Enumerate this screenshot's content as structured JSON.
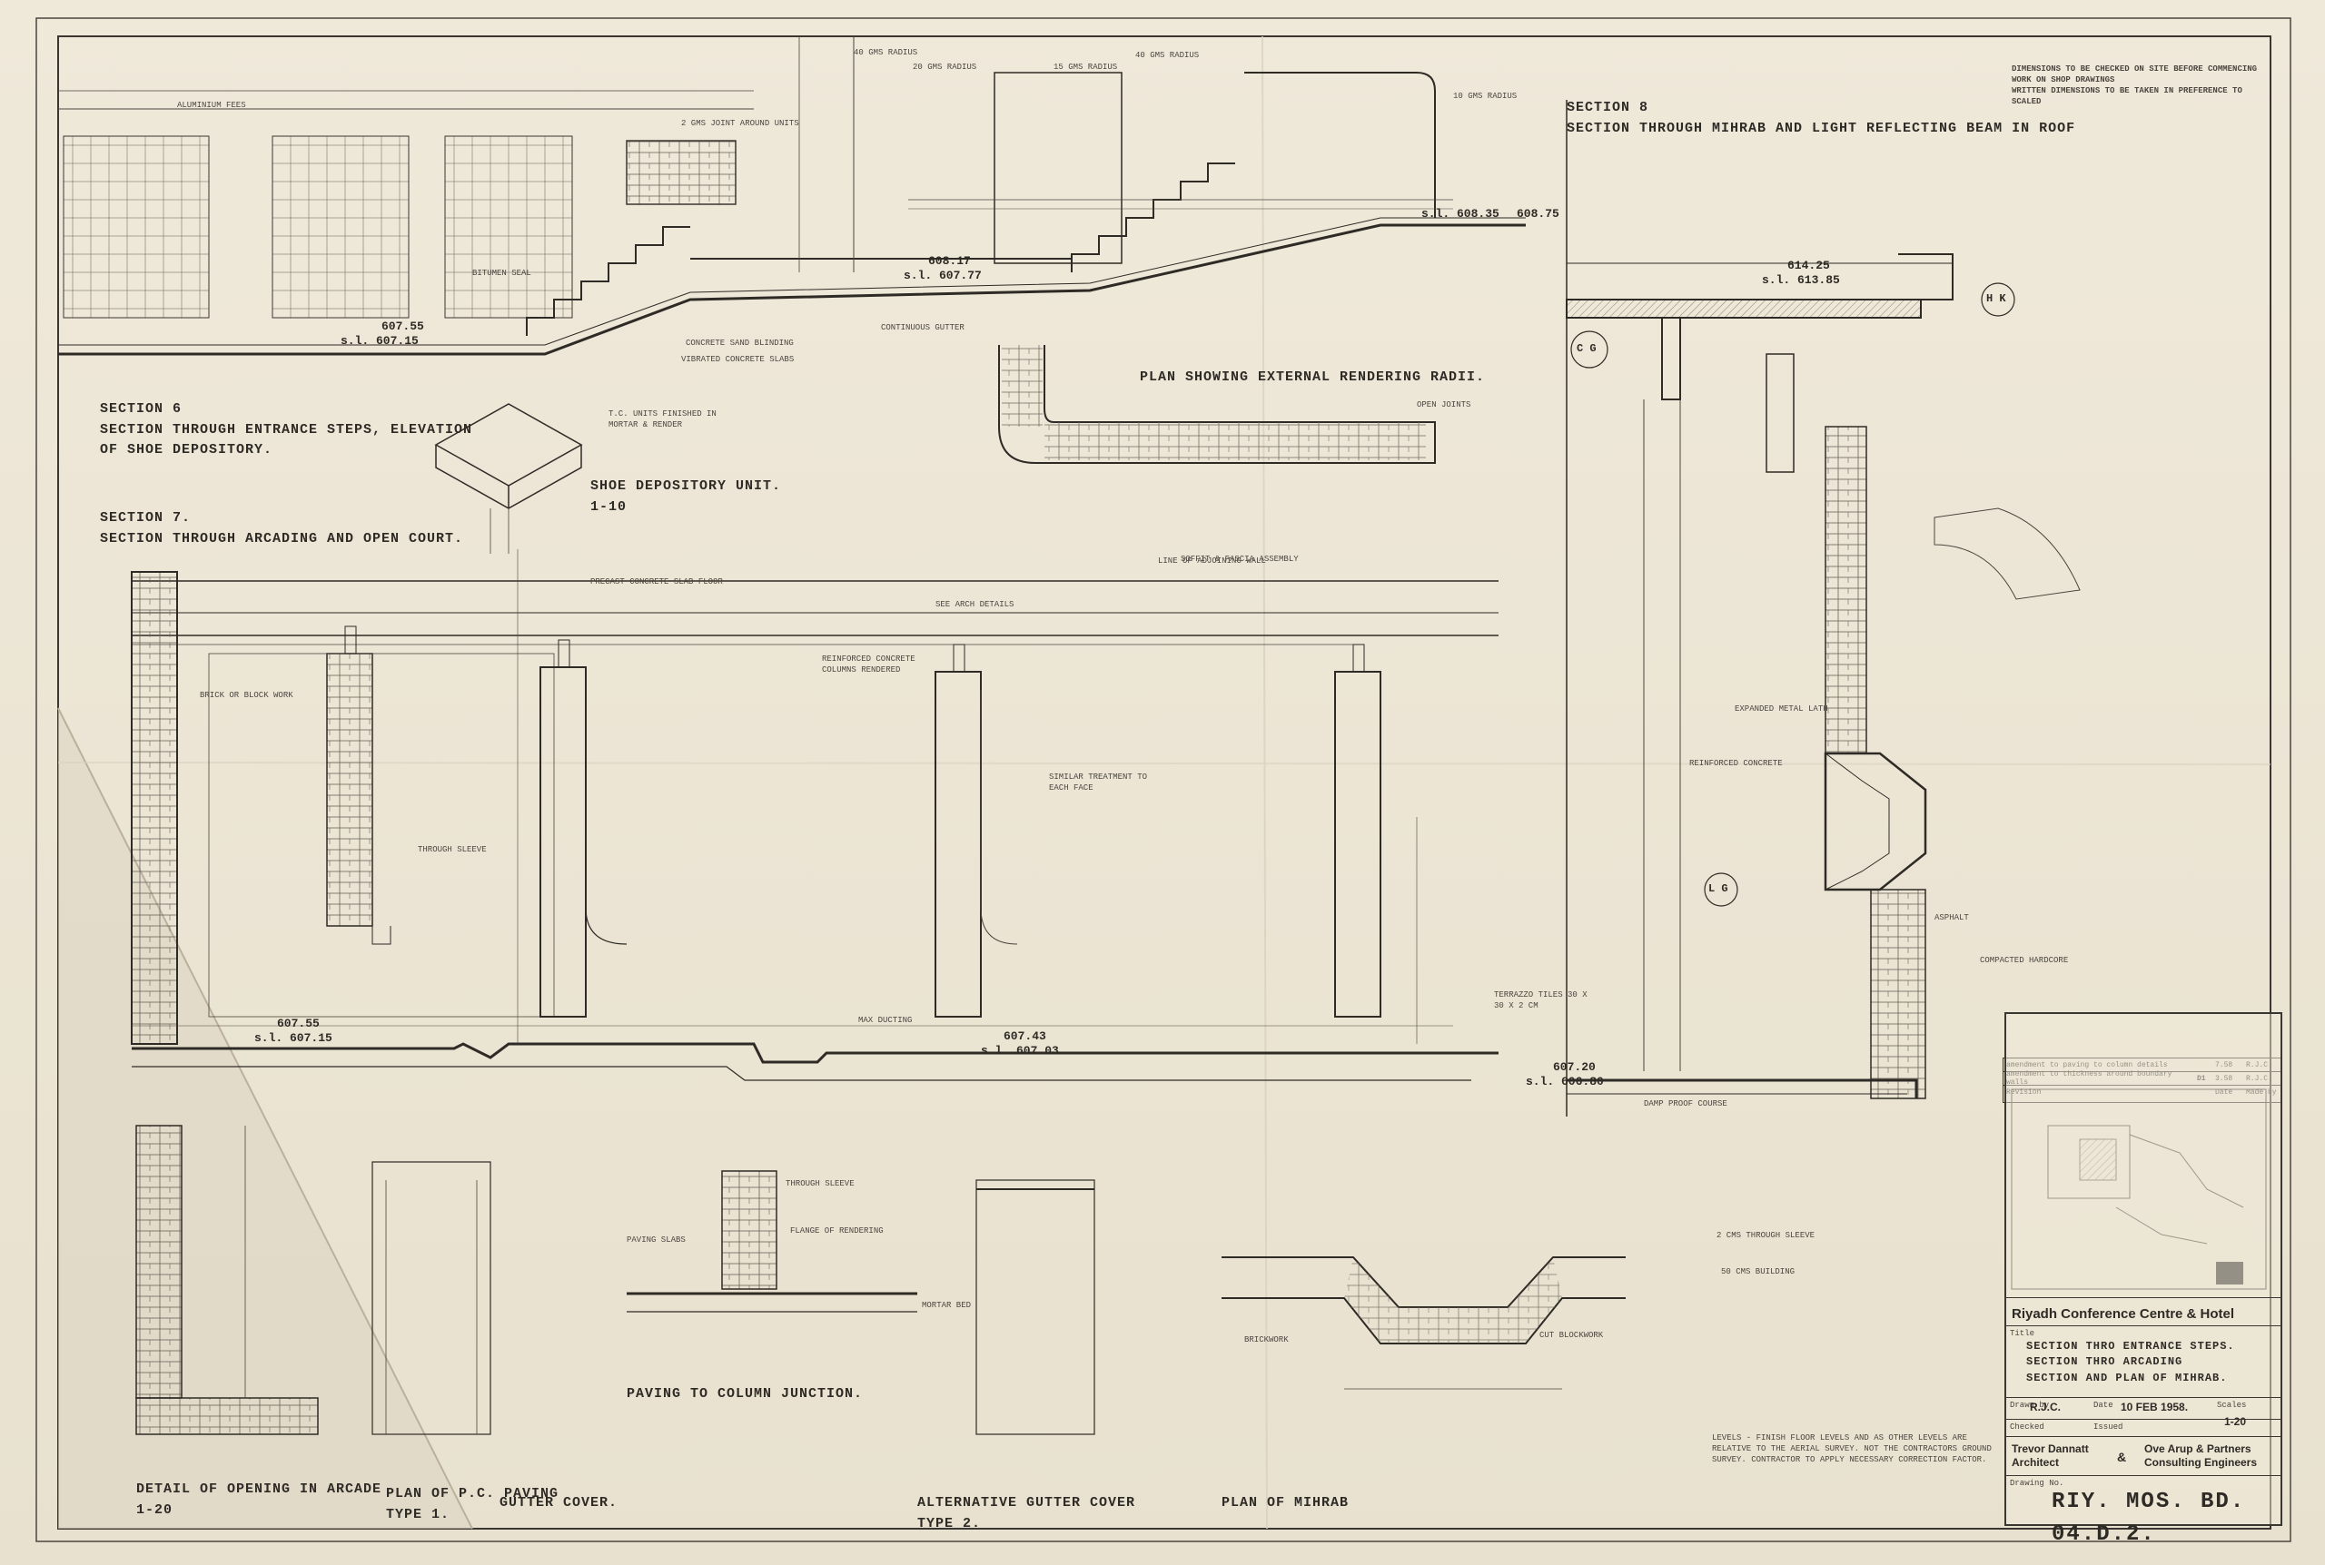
{
  "notes_header": "DIMENSIONS TO BE CHECKED ON SITE BEFORE COMMENCING WORK ON SHOP DRAWINGS\nWRITTEN DIMENSIONS TO BE TAKEN IN PREFERENCE TO SCALED",
  "headings": {
    "section6": "section 6\nSECTION THROUGH ENTRANCE STEPS, ELEVATION\nOF SHOE DEPOSITORY.",
    "section7": "section 7.\nSECTION THROUGH ARCADING AND OPEN COURT.",
    "section8": "section 8\nSECTION THROUGH MIHRAB AND LIGHT REFLECTING BEAM IN ROOF",
    "plan_rendering": "PLAN SHOWING EXTERNAL RENDERING RADII.",
    "shoe_unit": "SHOE DEPOSITORY UNIT.\n1-10",
    "detail_opening": "DETAIL OF OPENING IN ARCADE\n1-20",
    "plan_pc": "PLAN OF P.C. PAVING\nTYPE 1.",
    "gutter": "GUTTER COVER.",
    "paving_column": "PAVING TO COLUMN JUNCTION.",
    "alt_gutter": "ALTERNATIVE GUTTER COVER\nTYPE 2.",
    "plan_mihrab": "PLAN OF MIHRAB"
  },
  "levels": {
    "l1": "607.55",
    "l2": "s.l. 607.15",
    "l3": "608.17",
    "l4": "s.l. 607.77",
    "l5": "s.l. 608.35",
    "l6": "608.75",
    "l7": "614.25",
    "l8": "s.l. 613.85",
    "l9": "607.55",
    "l10": "s.l. 607.15",
    "l11": "607.43",
    "l12": "s.l. 607.03",
    "l13": "607.20",
    "l14": "s.l. 606.80"
  },
  "grid_labels": {
    "cg": "C G",
    "hk": "H K",
    "lg": "L G"
  },
  "annotations": {
    "a1": "40 GMS RADIUS",
    "a2": "20 GMS RADIUS",
    "a3": "15 GMS RADIUS",
    "a4": "10 GMS RADIUS",
    "a5": "40 GMS RADIUS",
    "a6": "ALUMINIUM FEES",
    "a7": "2 GMS JOINT AROUND UNITS",
    "a8": "BITUMEN SEAL",
    "a9": "CONCRETE SAND BLINDING",
    "a10": "T.C. UNITS FINISHED IN MORTAR & RENDER",
    "a11": "VIBRATED CONCRETE SLABS",
    "a12": "CONTINUOUS GUTTER",
    "a13": "OPEN JOINTS",
    "a14": "REINFORCED CONCRETE COLUMNS RENDERED",
    "a15": "PRECAST CONCRETE SLAB FLOOR",
    "a16": "TERRAZZO TILES 30 x 30 x 2 CM",
    "a17": "THROUGH SLEEVE",
    "a18": "BRICK OR BLOCK WORK",
    "a19": "SIMILAR TREATMENT TO EACH FACE",
    "a20": "MAX DUCTING",
    "a21": "SOFFIT & FASCIA ASSEMBLY",
    "a22": "SEE ARCH DETAILS",
    "a23": "LINE OF ADJOINING WALL",
    "a24": "EXPANDED METAL LATH",
    "a25": "COMPACTED HARDCORE",
    "a26": "ASPHALT",
    "a27": "REINFORCED CONCRETE",
    "a28": "DAMP PROOF COURSE",
    "a29": "THROUGH SLEEVE",
    "a30": "FLANGE OF RENDERING",
    "a31": "PAVING SLABS",
    "a32": "MORTAR BED",
    "a33": "2 CMS THROUGH SLEEVE",
    "a34": "50 CMS BUILDING",
    "a35": "CUT BLOCKWORK",
    "a36": "BRICKWORK",
    "a37": "LEVELS - FINISH FLOOR LEVELS AND AS OTHER LEVELS ARE RELATIVE TO THE AERIAL SURVEY. NOT THE CONTRACTORS GROUND SURVEY. CONTRACTOR TO APPLY NECESSARY CORRECTION FACTOR."
  },
  "revisions": {
    "header": [
      "Revision",
      "Date",
      "Made by"
    ],
    "rows": [
      [
        "amendment to paving to column details",
        "7.58",
        "R.J.C."
      ],
      [
        "amendment to thickness around boundary walls",
        "3.58",
        "R.J.C."
      ]
    ],
    "rev": "D1"
  },
  "title_block": {
    "project": "Riyadh Conference Centre & Hotel",
    "title_label": "Title",
    "title": "SECTION THRO ENTRANCE STEPS.\nSECTION THRO ARCADING\nSECTION AND PLAN OF MIHRAB.",
    "drawn_label": "Drawn by",
    "drawn_by": "R.J.C.",
    "date_label": "Date",
    "date": "10 FEB 1958.",
    "scales_label": "Scales",
    "scale": "1-20",
    "checked_label": "Checked",
    "issued_label": "Issued",
    "architect": "Trevor Dannatt\nArchitect",
    "amp": "&",
    "engineers": "Ove Arup & Partners\nConsulting Engineers",
    "drawing_label": "Drawing No.",
    "drawing_no": "RIY. MOS. BD. 04.D.2."
  },
  "colors": {
    "paper": "#ece6d6",
    "ink": "#2e2a25",
    "fold_shadow": "#d9d2bf"
  }
}
